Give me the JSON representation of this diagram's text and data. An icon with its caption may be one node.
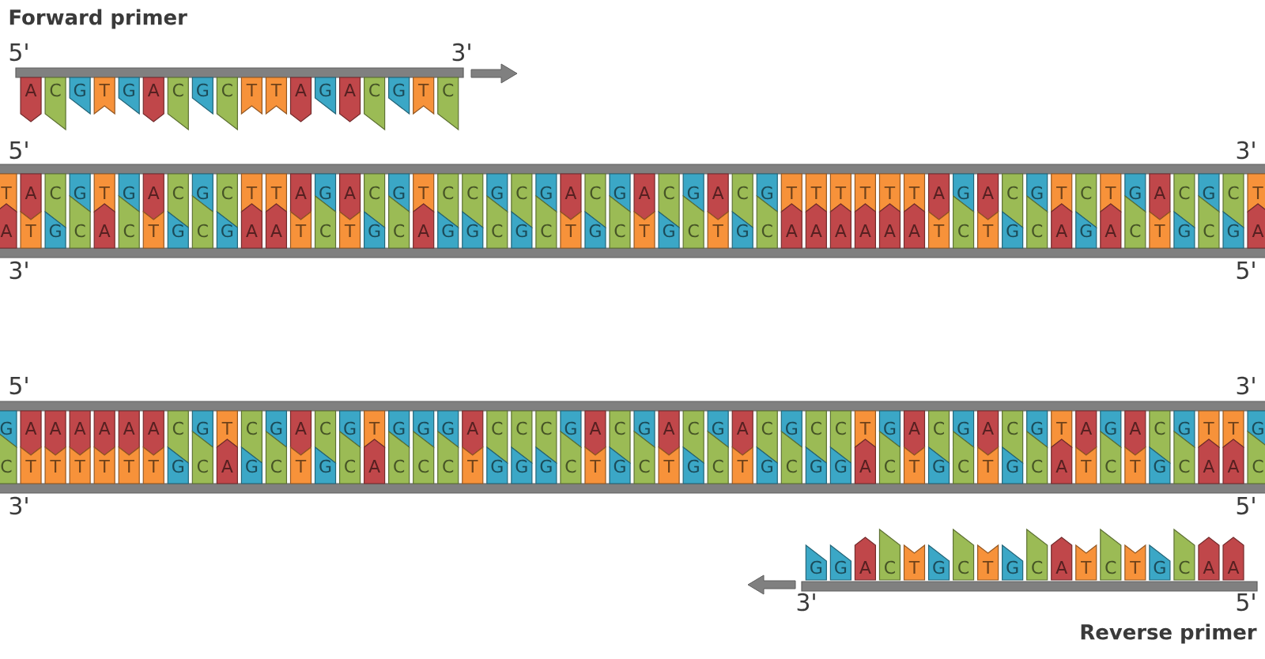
{
  "diagram": {
    "labels": [
      "Forward primer",
      "5'",
      "3'",
      "A",
      "C",
      "G",
      "T",
      "G",
      "A",
      "C",
      "G",
      "C",
      "T",
      "T",
      "A",
      "G",
      "A",
      "C",
      "G",
      "T",
      "C",
      "5'",
      "3'",
      "T",
      "A",
      "C",
      "G",
      "T",
      "G",
      "A",
      "C",
      "G",
      "C",
      "T",
      "T",
      "A",
      "G",
      "A",
      "C",
      "G",
      "T",
      "C",
      "C",
      "G",
      "C",
      "G",
      "A",
      "C",
      "G",
      "A",
      "C",
      "G",
      "A",
      "C",
      "G",
      "T",
      "T",
      "T",
      "T",
      "T",
      "T",
      "A",
      "G",
      "A",
      "C",
      "G",
      "T",
      "C",
      "T",
      "G",
      "A",
      "C",
      "G",
      "C",
      "T",
      "A",
      "T",
      "G",
      "C",
      "A",
      "C",
      "T",
      "G",
      "C",
      "G",
      "A",
      "A",
      "T",
      "C",
      "T",
      "G",
      "C",
      "A",
      "G",
      "G",
      "C",
      "G",
      "C",
      "T",
      "G",
      "C",
      "T",
      "G",
      "C",
      "T",
      "G",
      "C",
      "A",
      "A",
      "A",
      "A",
      "A",
      "A",
      "T",
      "C",
      "T",
      "G",
      "C",
      "A",
      "G",
      "A",
      "C",
      "T",
      "G",
      "C",
      "G",
      "A",
      "3'",
      "5'",
      "5'",
      "3'",
      "G",
      "A",
      "A",
      "A",
      "A",
      "A",
      "A",
      "C",
      "G",
      "T",
      "C",
      "G",
      "A",
      "C",
      "G",
      "T",
      "G",
      "G",
      "G",
      "A",
      "C",
      "C",
      "C",
      "G",
      "A",
      "C",
      "G",
      "A",
      "C",
      "G",
      "A",
      "C",
      "G",
      "C",
      "C",
      "T",
      "G",
      "A",
      "C",
      "G",
      "A",
      "C",
      "G",
      "T",
      "A",
      "G",
      "A",
      "C",
      "G",
      "T",
      "T",
      "G",
      "C",
      "T",
      "T",
      "T",
      "T",
      "T",
      "T",
      "G",
      "C",
      "A",
      "G",
      "C",
      "T",
      "G",
      "C",
      "A",
      "C",
      "C",
      "C",
      "T",
      "G",
      "G",
      "G",
      "C",
      "T",
      "G",
      "C",
      "T",
      "G",
      "C",
      "T",
      "G",
      "C",
      "G",
      "G",
      "A",
      "C",
      "T",
      "G",
      "C",
      "T",
      "G",
      "C",
      "A",
      "T",
      "C",
      "T",
      "G",
      "C",
      "A",
      "A",
      "C",
      "3'",
      "5'",
      "G",
      "G",
      "A",
      "C",
      "T",
      "G",
      "C",
      "T",
      "G",
      "C",
      "A",
      "T",
      "C",
      "T",
      "G",
      "C",
      "A",
      "A",
      "3'",
      "5'",
      "Reverse primer"
    ]
  }
}
